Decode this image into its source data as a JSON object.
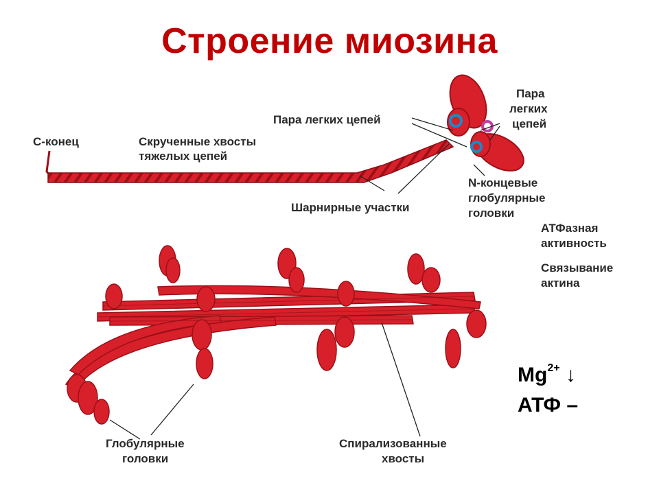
{
  "title": "Строение миозина",
  "colors": {
    "title": "#c00000",
    "myosin": "#d8202a",
    "myosin_dark": "#9c1018",
    "light_chain": "#1e88c8",
    "light_chain_alt": "#c040a0"
  },
  "labels": {
    "c_end": "С-конец",
    "twisted_tails_1": "Скрученные хвосты",
    "twisted_tails_2": "тяжелых цепей",
    "light_chains_pair_left": "Пара легких цепей",
    "light_chains_pair_right_1": "Пара",
    "light_chains_pair_right_2": "легких",
    "light_chains_pair_right_3": "цепей",
    "hinge_regions": "Шарнирные участки",
    "n_terminal_1": "N-концевые",
    "n_terminal_2": "глобулярные",
    "n_terminal_3": "головки",
    "atpase_1": "АТФазная",
    "atpase_2": "активность",
    "actin_binding_1": "Связывание",
    "actin_binding_2": "актина",
    "globular_heads_1": "Глобулярные",
    "globular_heads_2": "головки",
    "spiral_tails_1": "Спирализованные",
    "spiral_tails_2": "хвосты"
  },
  "ions": {
    "mg_base": "Mg",
    "mg_charge": "2+",
    "mg_arrow": "↓",
    "atp": "АТФ",
    "atp_sign": "–"
  }
}
